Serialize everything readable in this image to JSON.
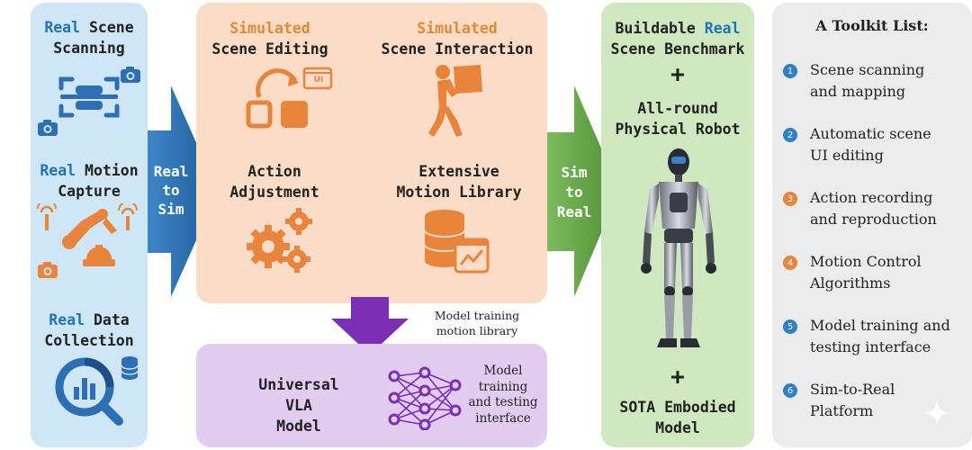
{
  "left_panel": {
    "scanning": {
      "highlight": "Real",
      "rest": " Scene",
      "line2": "Scanning"
    },
    "motion": {
      "highlight": "Real",
      "rest": " Motion",
      "line2": "Capture"
    },
    "data": {
      "highlight": "Real",
      "rest": " Data",
      "line2": "Collection"
    }
  },
  "arrow_real_to_sim": [
    "Real",
    "to",
    "Sim"
  ],
  "sim_panel": {
    "editing": {
      "line1": "Simulated",
      "line2": "Scene Editing",
      "ui_badge": "UI"
    },
    "interaction": {
      "line1": "Simulated",
      "line2": "Scene Interaction"
    },
    "action": {
      "line1": "Action",
      "line2": "Adjustment"
    },
    "library": {
      "line1": "Extensive",
      "line2": "Motion Library"
    }
  },
  "training_note": {
    "line1": "Model training",
    "line2": "motion library"
  },
  "vla_panel": {
    "line1": "Universal",
    "line2": "VLA",
    "line3": "Model",
    "side": [
      "Model",
      "training",
      "and testing",
      "interface"
    ]
  },
  "arrow_sim_to_real": [
    "Sim",
    "to",
    "Real"
  ],
  "green_panel": {
    "benchmark_line1a": "Buildable ",
    "benchmark_line1b": "Real",
    "benchmark_line2": "Scene Benchmark",
    "plus1": "+",
    "robot_line1": "All-round",
    "robot_line2": "Physical Robot",
    "plus2": "+",
    "model_line1": "SOTA Embodied",
    "model_line2": "Model"
  },
  "toolkit": {
    "title": "A Toolkit List:",
    "items": [
      {
        "num": "1",
        "line1": "Scene scanning",
        "line2": "and mapping",
        "color": "#2f80c8"
      },
      {
        "num": "2",
        "line1": "Automatic scene",
        "line2": "UI editing",
        "color": "#2f80c8"
      },
      {
        "num": "3",
        "line1": "Action recording",
        "line2": "and reproduction",
        "color": "#e8843c"
      },
      {
        "num": "4",
        "line1": "Motion Control",
        "line2": "Algorithms",
        "color": "#e8843c"
      },
      {
        "num": "5",
        "line1": "Model training and",
        "line2": "testing interface",
        "color": "#2f80c8"
      },
      {
        "num": "6",
        "line1": "Sim-to-Real",
        "line2": "Platform",
        "color": "#2f80c8"
      }
    ]
  },
  "colors": {
    "left_bg": "#cfe6f7",
    "sim_bg": "#fbdcc6",
    "vla_bg": "#e2cdf0",
    "green_bg": "#cfe8bf",
    "toolkit_bg": "#ececec",
    "blue_arrow": "#2a6fb0",
    "green_arrow": "#6bab4d",
    "purple_arrow": "#7a2fb4"
  }
}
